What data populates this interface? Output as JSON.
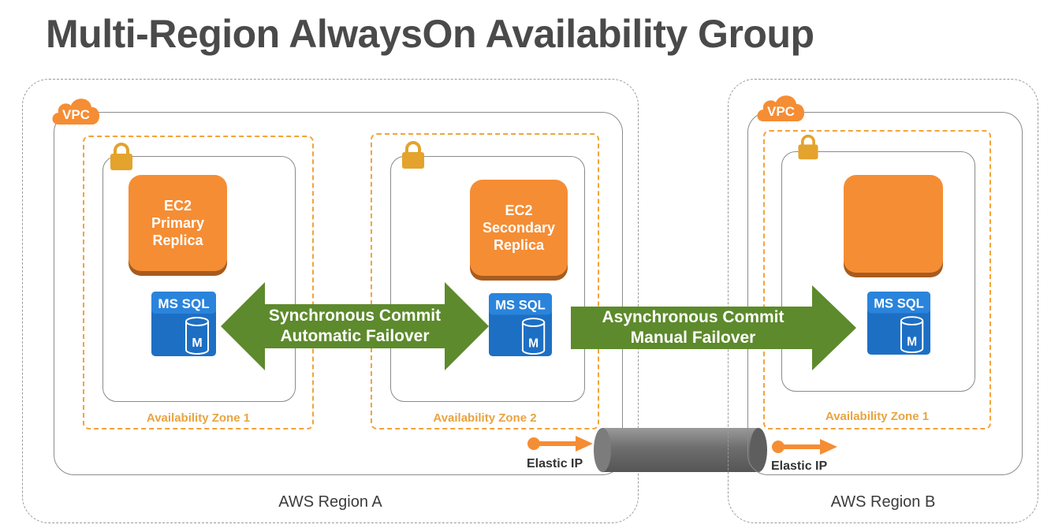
{
  "title": "Multi-Region AlwaysOn Availability Group",
  "colors": {
    "orange": "#f58d34",
    "orange_dark": "#a85b1e",
    "az_border": "#f3a33a",
    "lock": "#e3a32c",
    "sql_blue": "#1d6fc4",
    "arrow_green": "#5d8a2c",
    "pipe_gray": "#6e6e6e"
  },
  "regions": [
    {
      "label": "AWS Region A",
      "vpc_label": "VPC",
      "zones": [
        {
          "label": "Availability Zone 1",
          "ec2_label": "EC2\nPrimary\nReplica",
          "db_label": "MS SQL",
          "db_icon_letter": "M"
        },
        {
          "label": "Availability Zone 2",
          "ec2_label": "EC2\nSecondary\nReplica",
          "db_label": "MS SQL",
          "db_icon_letter": "M"
        }
      ],
      "elastic_ip": "Elastic IP"
    },
    {
      "label": "AWS Region B",
      "vpc_label": "VPC",
      "zones": [
        {
          "label": "Availability Zone 1",
          "ec2_label": "",
          "db_label": "MS SQL",
          "db_icon_letter": "M"
        }
      ],
      "elastic_ip": "Elastic IP"
    }
  ],
  "connections": {
    "sync": {
      "line1": "Synchronous Commit",
      "line2": "Automatic Failover"
    },
    "async": {
      "line1": "Asynchronous Commit",
      "line2": "Manual Failover"
    }
  }
}
